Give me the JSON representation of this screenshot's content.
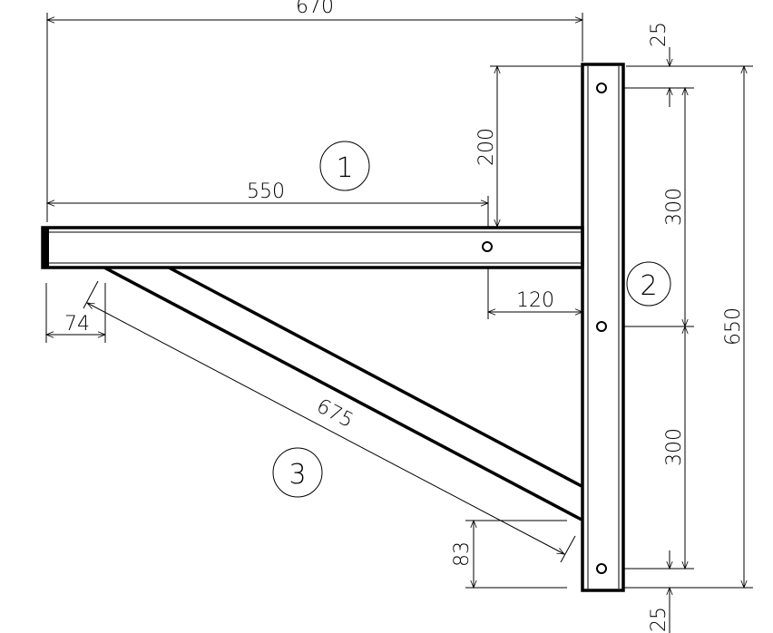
{
  "dimensions": {
    "overall_width": "670",
    "beam_length": "550",
    "beam_top_offset": "200",
    "hole_offset": "120",
    "brace_offset": "74",
    "brace_length": "675",
    "brace_bottom": "83",
    "top_margin": "25",
    "hole_spacing_upper": "300",
    "hole_spacing_lower": "300",
    "plate_height": "650",
    "bottom_margin": "25"
  },
  "balloons": {
    "beam": "1",
    "plate": "2",
    "brace": "3"
  }
}
